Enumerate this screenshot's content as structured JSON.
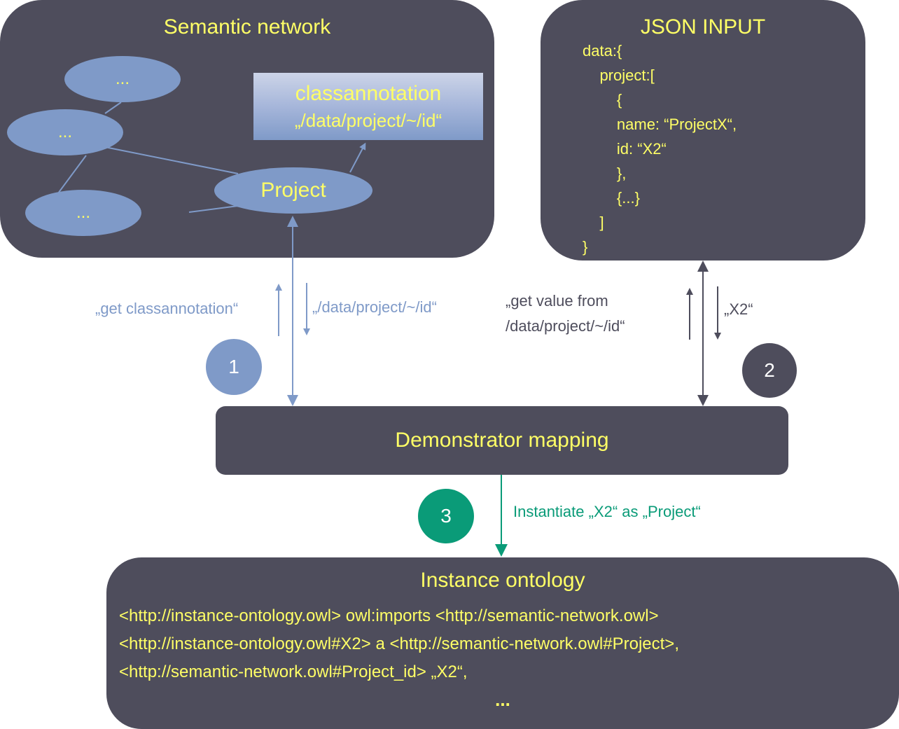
{
  "colors": {
    "panel": "#4e4d5c",
    "text_yellow": "#ffff66",
    "node_blue": "#7f9ac8",
    "step3_green": "#0a9b78",
    "background": "#ffffff"
  },
  "semantic_network": {
    "title": "Semantic network",
    "nodes": [
      {
        "id": "node-top",
        "label": "..."
      },
      {
        "id": "node-middle",
        "label": "..."
      },
      {
        "id": "node-bottom",
        "label": "..."
      },
      {
        "id": "node-project",
        "label": "Project"
      }
    ],
    "classannotation": {
      "title": "classannotation",
      "path": "„/data/project/~/id“"
    }
  },
  "json_input": {
    "title": "JSON INPUT",
    "lines": [
      "data:{",
      "    project:[",
      "        {",
      "        name: “ProjectX“,",
      "        id: “X2“",
      "        },",
      "        {...}",
      "    ]",
      "}"
    ]
  },
  "step1": {
    "number": "1",
    "request_label": "„get classannotation“",
    "response_label": "„/data/project/~/id“"
  },
  "step2": {
    "number": "2",
    "request_label_line1": "„get value from",
    "request_label_line2": "/data/project/~/id“",
    "response_label": "„X2“"
  },
  "mapping": {
    "title": "Demonstrator mapping"
  },
  "step3": {
    "number": "3",
    "label": "Instantiate „X2“ as „Project“"
  },
  "instance_ontology": {
    "title": "Instance ontology",
    "lines": [
      "<http://instance-ontology.owl> owl:imports <http://semantic-network.owl>",
      "<http://instance-ontology.owl#X2> a <http://semantic-network.owl#Project>,",
      "<http://semantic-network.owl#Project_id> „X2“,"
    ],
    "ellipsis": "..."
  }
}
